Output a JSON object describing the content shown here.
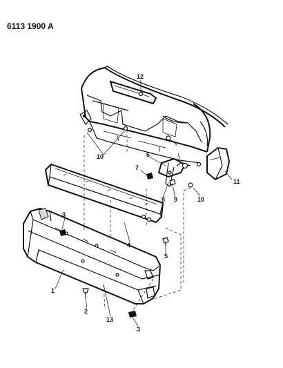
{
  "header": {
    "ref_code": "6113 1900 A"
  },
  "callouts": {
    "c1": "1",
    "c2": "2",
    "c3a": "3",
    "c3b": "3",
    "c4": "4",
    "c5": "5",
    "c6": "6",
    "c7": "7",
    "c8": "8",
    "c9": "9",
    "c10a": "10",
    "c10b": "10",
    "c11": "11",
    "c12": "12",
    "c13": "13"
  }
}
